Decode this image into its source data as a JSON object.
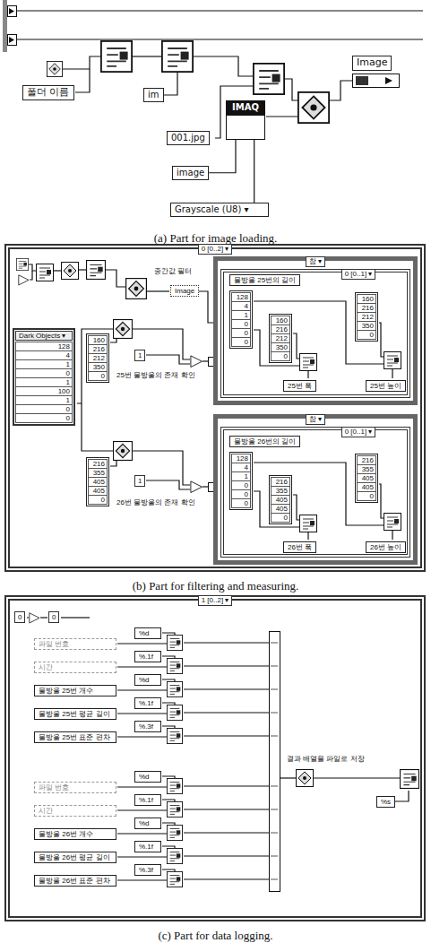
{
  "diagram": {
    "nodes": [
      {
        "text": [
          "폴더 이름"
        ]
      },
      {
        "text": [
          "im"
        ]
      },
      {
        "text": [
          "001.jpg"
        ]
      },
      {
        "text": [
          "image"
        ]
      },
      {
        "text": [
          "Grayscale (U8) ▾"
        ]
      },
      {
        "text": [
          "IMAQ"
        ]
      },
      {
        "text": [
          "Image"
        ]
      },
      {
        "text": [
          "0 [0..2] ▾"
        ]
      },
      {
        "text": [
          "중간값 필터"
        ],
        "in": 7
      },
      {
        "text": [
          "Image"
        ],
        "in": 7
      },
      {
        "text": [
          "Dark Objects ▾",
          "128",
          "4",
          "1",
          "0",
          "1",
          "100",
          "1",
          "0",
          "0"
        ],
        "in": 7
      },
      {
        "text": [
          "160",
          "216",
          "212",
          "350",
          "0"
        ],
        "in": 7
      },
      {
        "text": [
          "1"
        ],
        "in": 7
      },
      {
        "text": [
          "25번 물방울의 존재 확인"
        ],
        "in": 7
      },
      {
        "text": [
          "216",
          "355",
          "405",
          "405",
          "0"
        ],
        "in": 7
      },
      {
        "text": [
          "1"
        ],
        "in": 7
      },
      {
        "text": [
          "26번 물방울의 존재 확인"
        ],
        "in": 7
      },
      {
        "text": [
          "참 ▾"
        ],
        "in": 7
      },
      {
        "text": [
          "0 [0..1] ▾"
        ],
        "in": 17
      },
      {
        "text": [
          "물방울 25번의 길이"
        ],
        "in": 18
      },
      {
        "text": [
          "128",
          "4",
          "1",
          "0",
          "0",
          "0"
        ],
        "in": 18
      },
      {
        "text": [
          "160",
          "216",
          "212",
          "350",
          "0"
        ],
        "in": 18
      },
      {
        "text": [
          "160",
          "216",
          "212",
          "350",
          "0"
        ],
        "in": 18
      },
      {
        "text": [
          "25번 폭"
        ],
        "in": 18
      },
      {
        "text": [
          "25번 높이"
        ],
        "in": 18
      },
      {
        "text": [
          "참 ▾"
        ],
        "in": 7
      },
      {
        "text": [
          "0 [0..1] ▾"
        ],
        "in": 25
      },
      {
        "text": [
          "물방울 26번의 길이"
        ],
        "in": 26
      },
      {
        "text": [
          "128",
          "4",
          "1",
          "0",
          "0",
          "0"
        ],
        "in": 26
      },
      {
        "text": [
          "216",
          "355",
          "405",
          "405",
          "0"
        ],
        "in": 26
      },
      {
        "text": [
          "216",
          "355",
          "405",
          "405",
          "0"
        ],
        "in": 26
      },
      {
        "text": [
          "26번 폭"
        ],
        "in": 26
      },
      {
        "text": [
          "26번 높이"
        ],
        "in": 26
      },
      {
        "text": [
          "1 [0..2] ▾"
        ]
      },
      {
        "text": [
          "0"
        ],
        "in": 33
      },
      {
        "text": [
          "0"
        ],
        "in": 33
      },
      {
        "text": [
          "파일 번호"
        ],
        "in": 33
      },
      {
        "text": [
          "%d"
        ],
        "in": 33
      },
      {
        "text": [
          "시간"
        ],
        "in": 33
      },
      {
        "text": [
          "%.1f"
        ],
        "in": 33
      },
      {
        "text": [
          "물방울 25번 개수"
        ],
        "in": 33
      },
      {
        "text": [
          "%d"
        ],
        "in": 33
      },
      {
        "text": [
          "물방울 25번 평균 길이"
        ],
        "in": 33
      },
      {
        "text": [
          "%.1f"
        ],
        "in": 33
      },
      {
        "text": [
          "물방울 25번 표준 편차"
        ],
        "in": 33
      },
      {
        "text": [
          "%.3f"
        ],
        "in": 33
      },
      {
        "text": [
          "파일 번호"
        ],
        "in": 33
      },
      {
        "text": [
          "%d"
        ],
        "in": 33
      },
      {
        "text": [
          "시간"
        ],
        "in": 33
      },
      {
        "text": [
          "%.1f"
        ],
        "in": 33
      },
      {
        "text": [
          "물방울 26번 개수"
        ],
        "in": 33
      },
      {
        "text": [
          "%d"
        ],
        "in": 33
      },
      {
        "text": [
          "물방울 26번 평균 길이"
        ],
        "in": 33
      },
      {
        "text": [
          "%.1f"
        ],
        "in": 33
      },
      {
        "text": [
          "물방울 26번 표준 편차"
        ],
        "in": 33
      },
      {
        "text": [
          "%.3f"
        ],
        "in": 33
      },
      {
        "text": [
          "결과 배열을 파일로 저장"
        ],
        "in": 33
      },
      {
        "text": [
          "%s"
        ],
        "in": 33
      }
    ],
    "edges": [
      {
        "from": 3,
        "to": 5,
        "arrow": "none"
      },
      {
        "from": 4,
        "to": 5,
        "arrow": "none"
      }
    ],
    "labels": [
      "(a) Part for image loading.",
      "(b) Part for filtering and measuring.",
      "(c) Part for data logging."
    ]
  }
}
